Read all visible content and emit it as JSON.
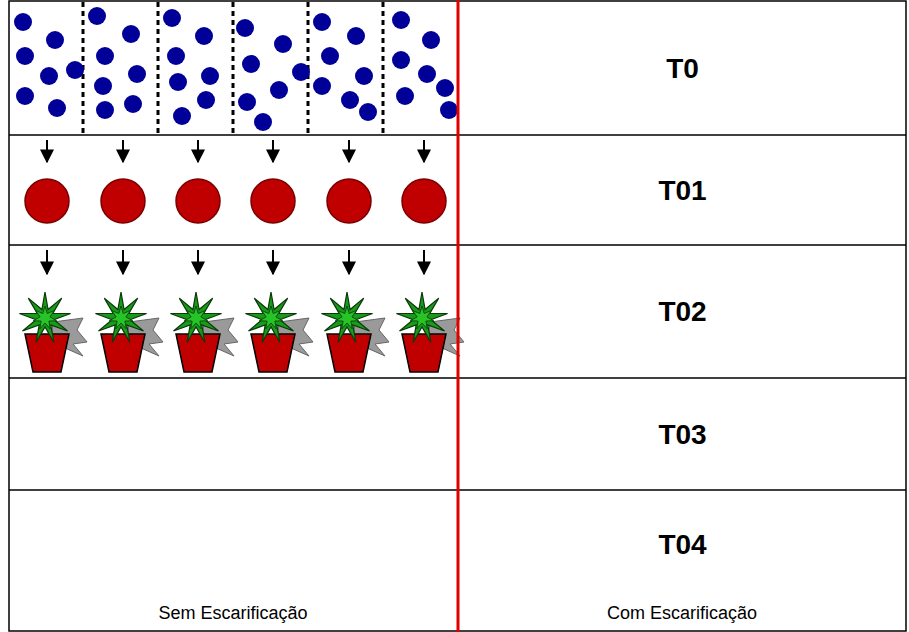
{
  "diagram": {
    "nodes": [
      {
        "text": [
          "T0"
        ]
      },
      {
        "text": [
          "T01"
        ]
      },
      {
        "text": [
          "T02"
        ]
      },
      {
        "text": [
          "T03"
        ]
      },
      {
        "text": [
          "T04"
        ]
      }
    ],
    "labels": [
      "Sem Escarificação",
      "Com Escarificação"
    ]
  }
}
